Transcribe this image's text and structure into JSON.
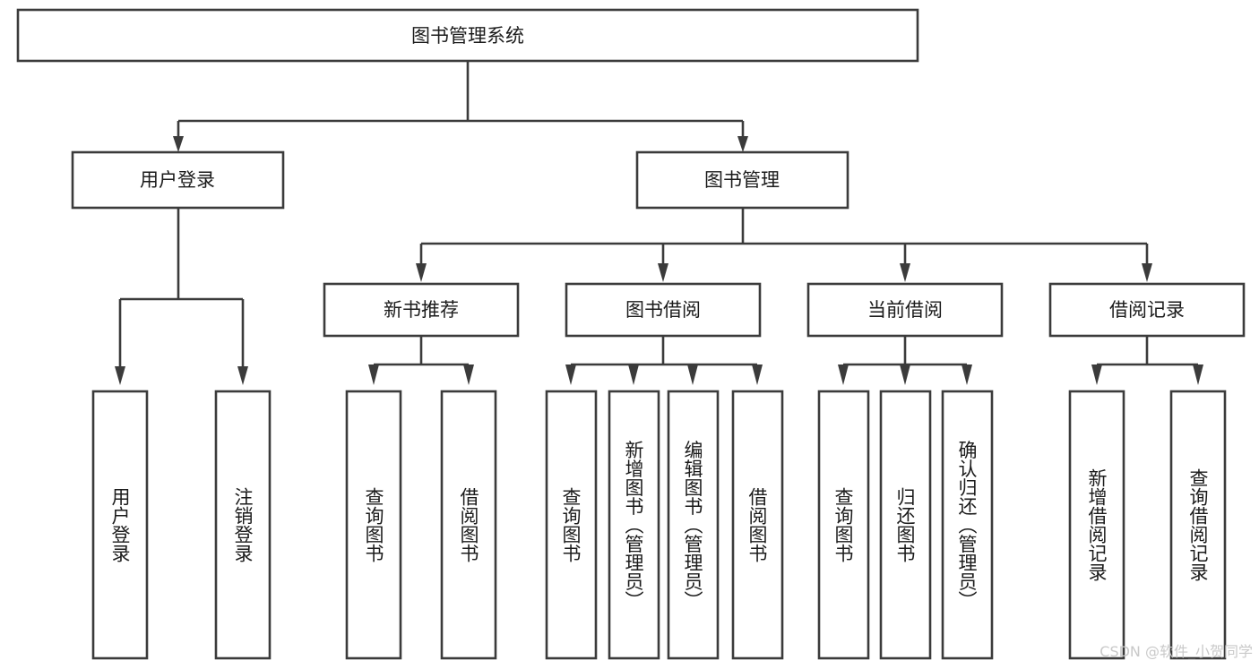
{
  "diagram": {
    "type": "tree-hierarchy",
    "title": "图书管理系统",
    "levels": 4,
    "nodes": {
      "root": {
        "label": "图书管理系统"
      },
      "level2": [
        {
          "id": "user-login",
          "label": "用户登录"
        },
        {
          "id": "book-management",
          "label": "图书管理"
        }
      ],
      "level3": [
        {
          "id": "new-book-recommend",
          "label": "新书推荐",
          "parent": "book-management"
        },
        {
          "id": "book-borrow",
          "label": "图书借阅",
          "parent": "book-management"
        },
        {
          "id": "current-borrow",
          "label": "当前借阅",
          "parent": "book-management"
        },
        {
          "id": "borrow-record",
          "label": "借阅记录",
          "parent": "book-management"
        }
      ],
      "leaves": [
        {
          "id": "leaf-user-login",
          "label": "用户登录",
          "parent": "user-login"
        },
        {
          "id": "leaf-logout",
          "label": "注销登录",
          "parent": "user-login"
        },
        {
          "id": "leaf-query-book-1",
          "label": "查询图书",
          "parent": "new-book-recommend"
        },
        {
          "id": "leaf-borrow-book-1",
          "label": "借阅图书",
          "parent": "new-book-recommend"
        },
        {
          "id": "leaf-query-book-2",
          "label": "查询图书",
          "parent": "book-borrow"
        },
        {
          "id": "leaf-add-book",
          "label": "新增图书（管理员）",
          "parent": "book-borrow"
        },
        {
          "id": "leaf-edit-book",
          "label": "编辑图书（管理员）",
          "parent": "book-borrow"
        },
        {
          "id": "leaf-borrow-book-2",
          "label": "借阅图书",
          "parent": "book-borrow"
        },
        {
          "id": "leaf-query-book-3",
          "label": "查询图书",
          "parent": "current-borrow"
        },
        {
          "id": "leaf-return-book",
          "label": "归还图书",
          "parent": "current-borrow"
        },
        {
          "id": "leaf-confirm-return",
          "label": "确认归还（管理员）",
          "parent": "current-borrow"
        },
        {
          "id": "leaf-add-record",
          "label": "新增借阅记录",
          "parent": "borrow-record"
        },
        {
          "id": "leaf-query-record",
          "label": "查询借阅记录",
          "parent": "borrow-record"
        }
      ]
    },
    "colors": {
      "box_stroke": "#3b3b3b",
      "box_fill": "#ffffff",
      "text": "#1b1b1b",
      "connector": "#3b3b3b",
      "background": "#ffffff",
      "watermark": "#c9c9c9"
    }
  },
  "watermark": {
    "text": "CSDN @软件_小贺同学"
  }
}
